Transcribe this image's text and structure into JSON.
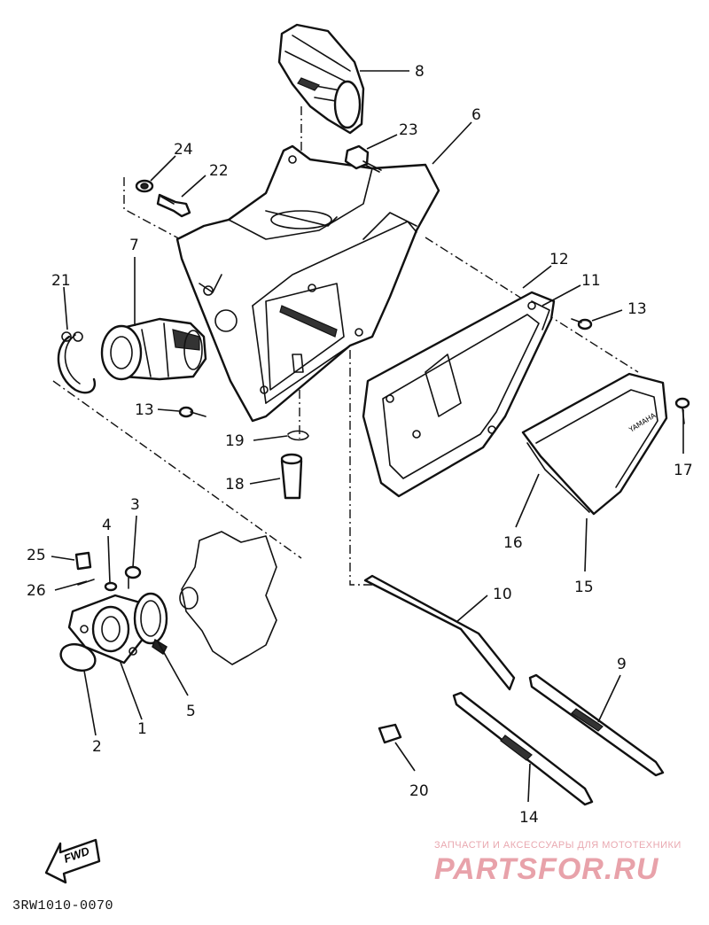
{
  "diagram": {
    "code": "3RW1010-0070",
    "direction_label": "FWD",
    "emblem_text": "YAMAHA",
    "callouts": [
      "1",
      "2",
      "3",
      "4",
      "5",
      "6",
      "7",
      "8",
      "9",
      "10",
      "11",
      "12",
      "13",
      "13",
      "14",
      "15",
      "16",
      "17",
      "18",
      "19",
      "20",
      "21",
      "22",
      "23",
      "24",
      "25",
      "26"
    ]
  },
  "watermark": {
    "subtitle": "ЗАПЧАСТИ И АКСЕССУАРЫ ДЛЯ МОТОТЕХНИКИ",
    "brand": "PARTSFOR.RU"
  }
}
